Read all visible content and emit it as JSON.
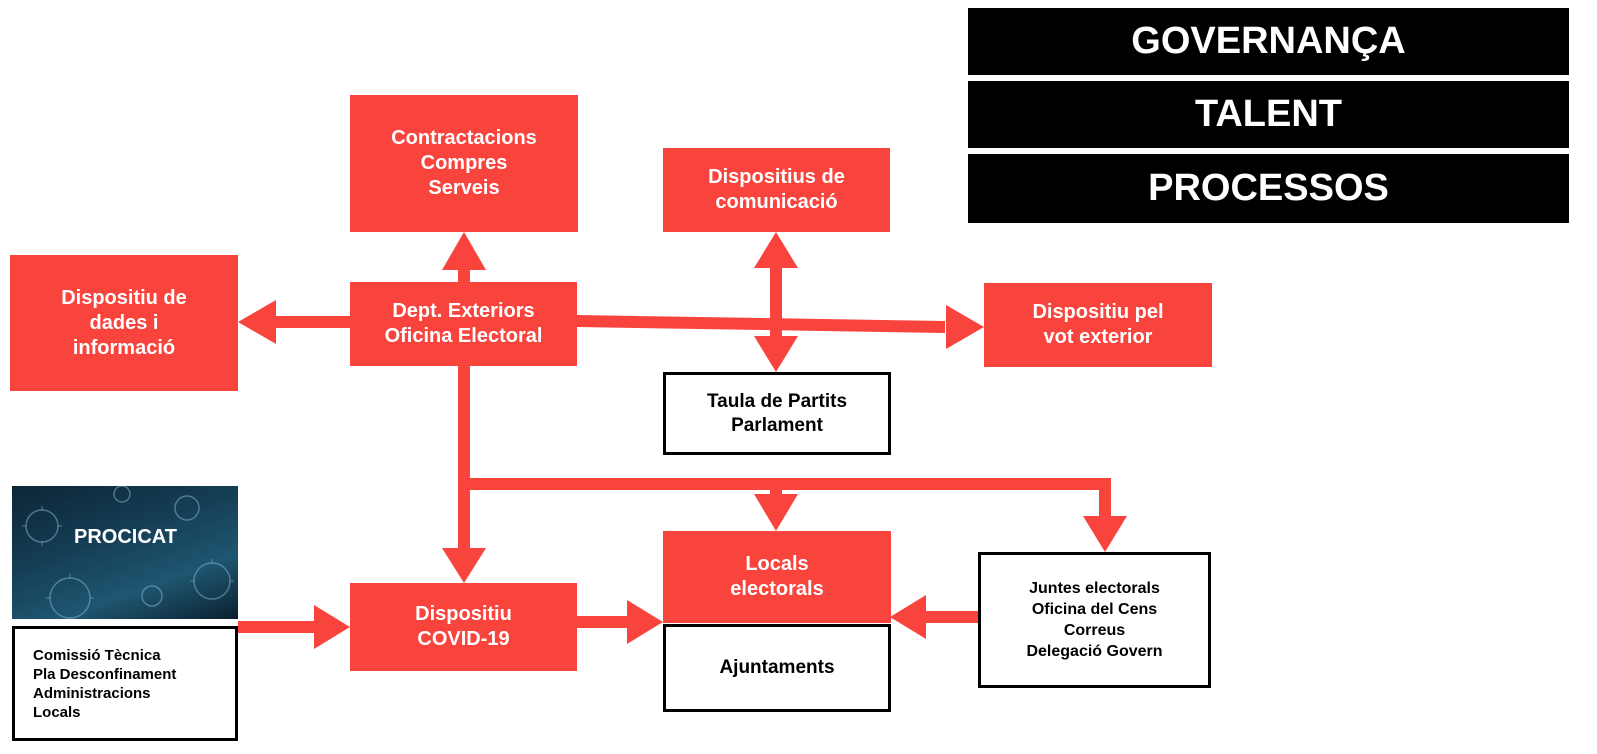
{
  "legend": {
    "items": [
      "GOVERNANÇA",
      "TALENT",
      "PROCESSOS"
    ]
  },
  "nodes": {
    "contractacions": [
      "Contractacions",
      "Compres",
      "Serveis"
    ],
    "comunicacio": [
      "Dispositius de",
      "comunicació"
    ],
    "dades": [
      "Dispositiu de",
      "dades i",
      "informació"
    ],
    "exteriors": [
      "Dept. Exteriors",
      "Oficina Electoral"
    ],
    "vot_exterior": [
      "Dispositiu pel",
      "vot exterior"
    ],
    "taula_partits": [
      "Taula de Partits",
      "Parlament"
    ],
    "procicat": "PROCICAT",
    "comissio": [
      "Comissió Tècnica",
      "Pla Desconfinament",
      "Administracions",
      "Locals"
    ],
    "covid": [
      "Dispositiu",
      "COVID-19"
    ],
    "locals": [
      "Locals",
      "electorals"
    ],
    "ajuntaments": "Ajuntaments",
    "juntes": [
      "Juntes electorals",
      "Oficina del Cens",
      "Correus",
      "Delegació Govern"
    ]
  },
  "colors": {
    "accent": "#f9433d",
    "legend_bg": "#000000",
    "outline": "#000000"
  }
}
